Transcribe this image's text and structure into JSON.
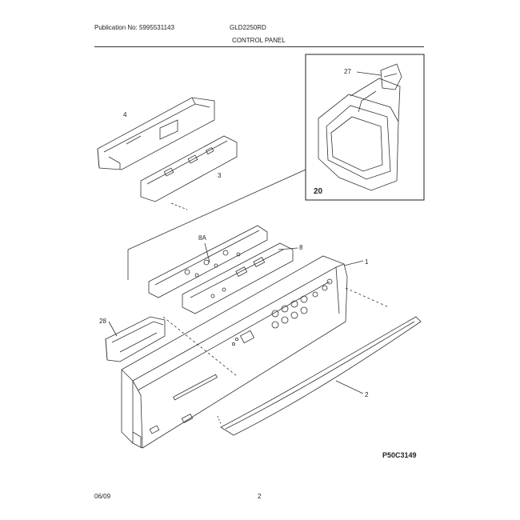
{
  "header": {
    "publication": "Publication No: 5995531143",
    "model": "GLD2250RD",
    "section_title": "CONTROL PANEL"
  },
  "footer": {
    "date": "06/09",
    "page_number": "2"
  },
  "diagram": {
    "code": "P50C3149",
    "part_labels": {
      "p1": "1",
      "p2": "2",
      "p3": "3",
      "p4": "4",
      "p8": "8",
      "p8a": "8A",
      "p20": "20",
      "p27": "27",
      "p28": "28"
    }
  }
}
